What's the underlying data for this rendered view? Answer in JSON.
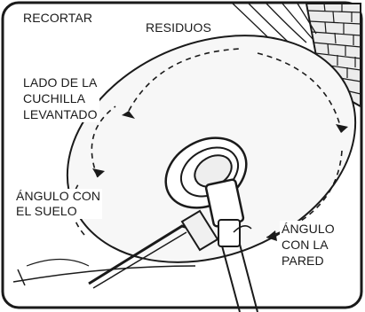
{
  "labels": {
    "trim": "RECORTAR",
    "debris": "RESIDUOS",
    "blade_side_raised": [
      "LADO DE LA",
      "CUCHILLA",
      "LEVANTADO"
    ],
    "ground_angle": [
      "ÁNGULO CON",
      "EL SUELO"
    ],
    "wall_angle": [
      "ÁNGULO",
      "CON LA",
      "PARED"
    ]
  },
  "colors": {
    "ink": "#1a1a1a",
    "background": "#ffffff",
    "wall_fill": "#e8e8e8"
  }
}
